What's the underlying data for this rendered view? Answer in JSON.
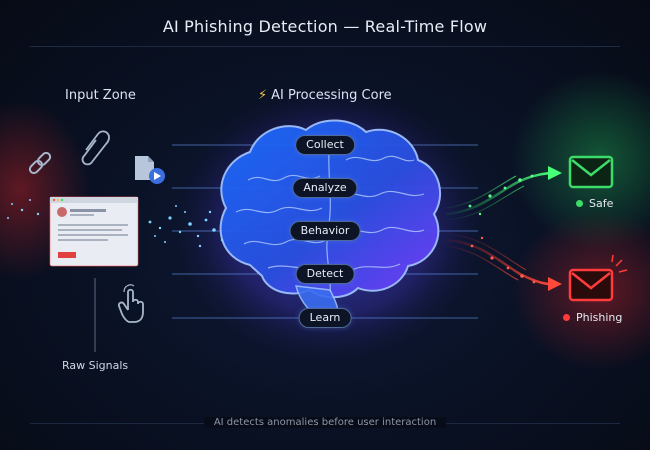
{
  "title": "AI Phishing Detection — Real-Time Flow",
  "sections": {
    "input_zone": "Input Zone",
    "core": "AI Processing Core"
  },
  "raw_signals": "Raw Signals",
  "stages": [
    "Collect",
    "Analyze",
    "Behavior",
    "Detect",
    "Learn"
  ],
  "outputs": {
    "safe": {
      "label": "Safe",
      "color": "#3ddc6a"
    },
    "phishing": {
      "label": "Phishing",
      "color": "#ff3b3b"
    }
  },
  "footer": "AI detects anomalies before user interaction",
  "icons": [
    "link-icon",
    "paperclip-icon",
    "document-video-icon",
    "email-window-icon",
    "pointer-hand-icon",
    "brain-icon",
    "envelope-safe-icon",
    "envelope-phishing-icon",
    "lightning-icon"
  ]
}
